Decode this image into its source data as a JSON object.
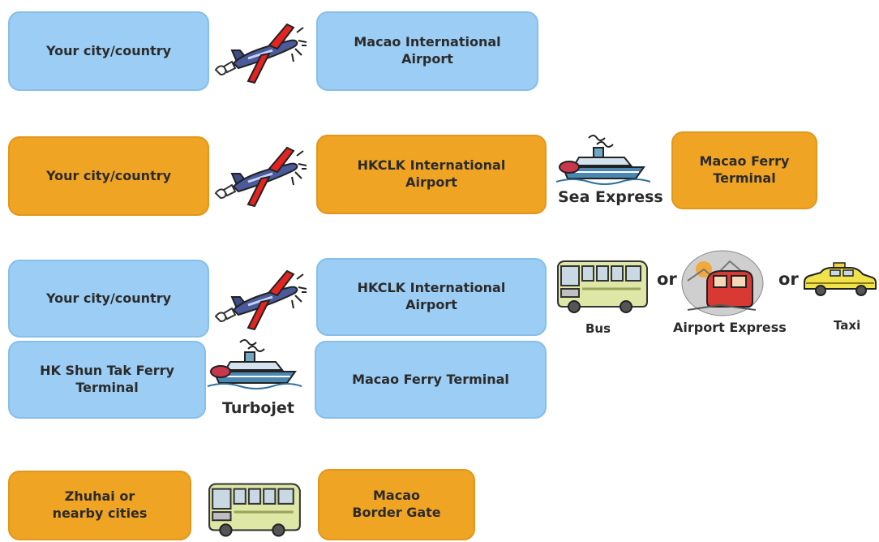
{
  "routes": [
    {
      "from": "Your city/country",
      "to": "Macao International\nAirport"
    },
    {
      "from": "Your city/country",
      "via": "HKCLK International\nAirport",
      "ferry_label": "Sea Express",
      "to": "Macao Ferry\nTerminal"
    },
    {
      "from": "Your city/country",
      "via": "HKCLK International\nAirport",
      "transfer_options": [
        "Bus",
        "Airport Express",
        "Taxi"
      ],
      "or_label": "or",
      "ferry_from": "HK Shun Tak Ferry\nTerminal",
      "ferry_label": "Turbojet",
      "to": "Macao Ferry Terminal"
    },
    {
      "from": "Zhuhai or\nnearby cities",
      "to": "Macao\nBorder Gate"
    }
  ],
  "colors": {
    "blue_box": "#9ccdf4",
    "orange_box": "#f0a424",
    "plane": "#e32420",
    "bus": "#dfe7a6",
    "text": "#2b2b2b"
  },
  "icons": [
    "airplane-icon",
    "ferry-icon",
    "bus-icon",
    "train-icon",
    "taxi-icon"
  ]
}
